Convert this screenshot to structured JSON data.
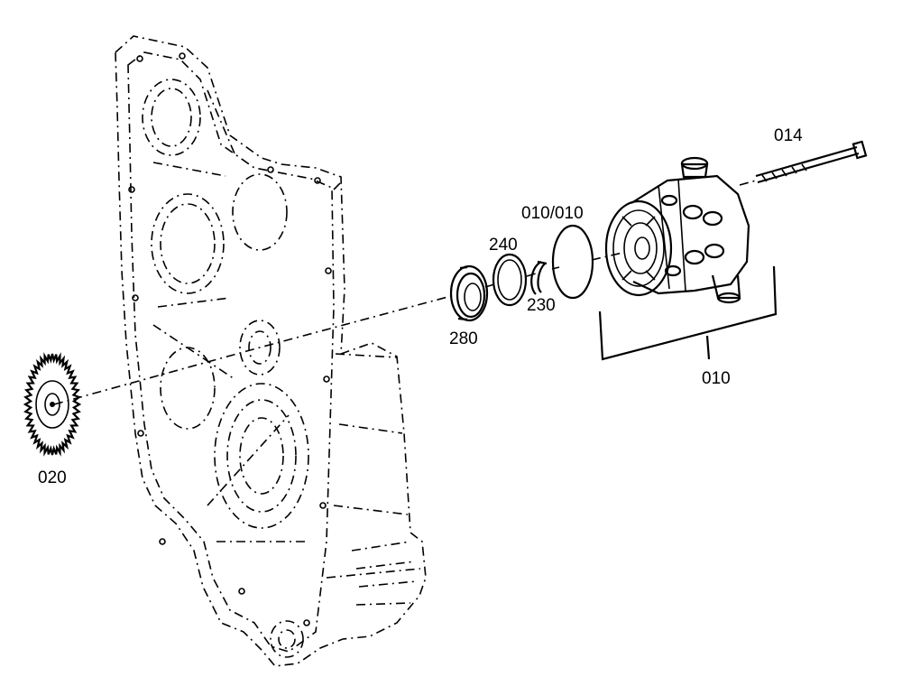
{
  "labels": {
    "bolt": "014",
    "seal_ring": "010/010",
    "ring_240": "240",
    "circlip": "230",
    "bearing": "280",
    "pump_assembly": "010",
    "gear": "020"
  }
}
